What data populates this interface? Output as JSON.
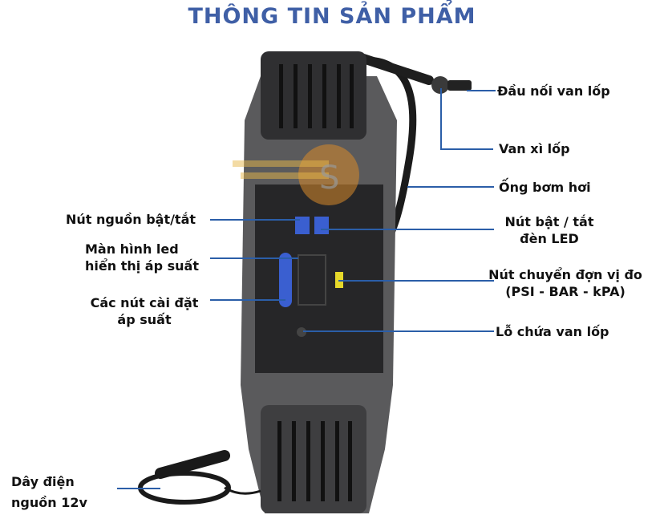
{
  "title": "THÔNG TIN SẢN PHẨM",
  "colors": {
    "title": "#3f5fa6",
    "leader_line": "#2b5ea8",
    "button_blue": "#3a5fd0",
    "button_yellow": "#e6d82a",
    "body_dark": "#2a2a2c"
  },
  "labels": {
    "valve_connector": "Đầu nối van lốp",
    "valve_nozzle": "Van xì lốp",
    "air_hose": "Ống bơm hơi",
    "power_button": "Nút nguồn bật/tắt",
    "led_button_line1": "Nút bật / tắt",
    "led_button_line2": "đèn LED",
    "led_screen_line1": "Màn hình led",
    "led_screen_line2": "hiển thị áp suất",
    "unit_button_line1": "Nút chuyển đợn vị đo",
    "unit_button_line2": "(PSI - BAR - kPA)",
    "pressure_buttons_line1": "Các nút cài đặt",
    "pressure_buttons_line2": "áp suất",
    "valve_storage": "Lỗ chứa van lốp",
    "power_cord_line1": "Dây điện",
    "power_cord_line2": "nguồn 12v"
  }
}
